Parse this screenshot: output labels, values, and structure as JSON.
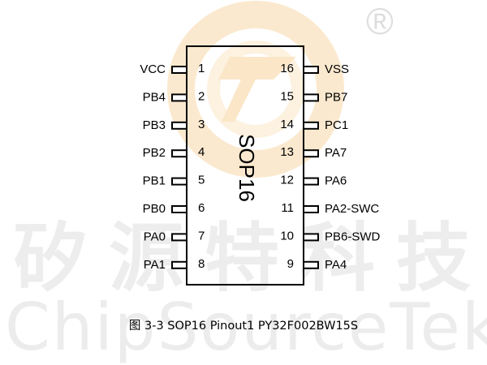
{
  "watermark": {
    "chinese": "矽源特科技",
    "english": "ChipSourceTek",
    "registered_mark": "®"
  },
  "chip": {
    "package": "SOP16",
    "left_pins": [
      {
        "num": "1",
        "label": "VCC"
      },
      {
        "num": "2",
        "label": "PB4"
      },
      {
        "num": "3",
        "label": "PB3"
      },
      {
        "num": "4",
        "label": "PB2"
      },
      {
        "num": "5",
        "label": "PB1"
      },
      {
        "num": "6",
        "label": "PB0"
      },
      {
        "num": "7",
        "label": "PA0"
      },
      {
        "num": "8",
        "label": "PA1"
      }
    ],
    "right_pins": [
      {
        "num": "16",
        "label": "VSS"
      },
      {
        "num": "15",
        "label": "PB7"
      },
      {
        "num": "14",
        "label": "PC1"
      },
      {
        "num": "13",
        "label": "PA7"
      },
      {
        "num": "12",
        "label": "PA6"
      },
      {
        "num": "11",
        "label": "PA2-SWC"
      },
      {
        "num": "10",
        "label": "PB6-SWD"
      },
      {
        "num": "9",
        "label": "PA4"
      }
    ]
  },
  "caption": "图 3-3 SOP16 Pinout1 PY32F002BW15S"
}
